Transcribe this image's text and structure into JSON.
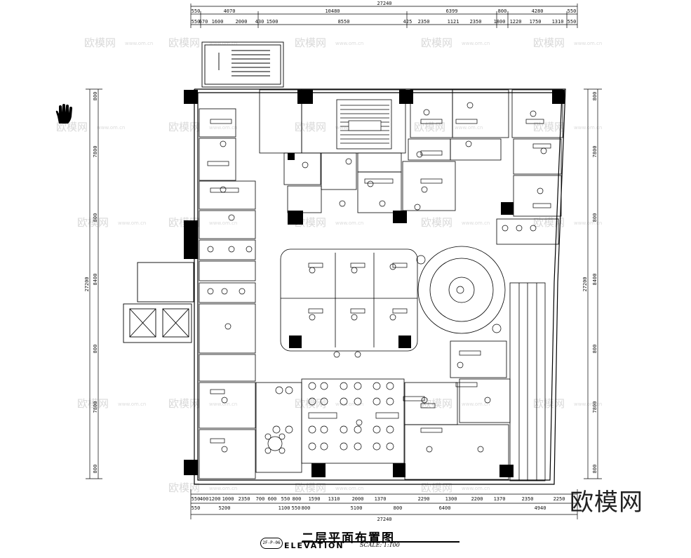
{
  "drawing": {
    "title": "二层平面布置图",
    "elevation_label": "ELEVATION",
    "scale_label": "SCALE: 1:100",
    "drawing_tag": "2F-P-06",
    "brand_mark": "欧模网",
    "watermark_text": "欧模网",
    "watermark_url": "www.om.cn"
  },
  "top_dims": {
    "overall": "27240",
    "row1": [
      "550",
      "4070",
      "10480",
      "6399",
      "800",
      "4280",
      "550"
    ],
    "row2": [
      "550",
      "670",
      "1600",
      "2000",
      "430",
      "1500",
      "8550",
      "425",
      "2350",
      "1121",
      "2350",
      "1800",
      "1220",
      "1750",
      "1310",
      "550"
    ]
  },
  "bottom_dims": {
    "overall": "27240",
    "row1": [
      "550",
      "400",
      "1200",
      "1000",
      "2350",
      "700",
      "600",
      "550",
      "800",
      "1590",
      "1310",
      "2000",
      "1370",
      "2290",
      "1300",
      "2200",
      "1370",
      "2350",
      "2250"
    ],
    "row2": [
      "550",
      "5200",
      "1100",
      "550",
      "800",
      "5100",
      "800",
      "6400",
      "4940"
    ]
  },
  "left_dims": {
    "overall": "27200",
    "parts": [
      "800",
      "7800",
      "800",
      "8400",
      "800",
      "7800",
      "800"
    ]
  },
  "right_dims": {
    "overall": "27200",
    "parts": [
      "800",
      "7800",
      "800",
      "8400",
      "800",
      "7800",
      "800"
    ]
  },
  "icons": {
    "hand": "hand-pan-icon"
  }
}
